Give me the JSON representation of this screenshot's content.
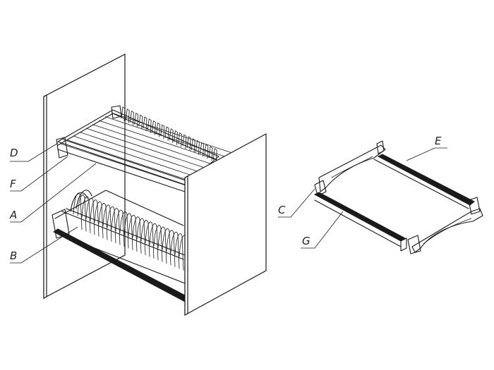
{
  "callouts": {
    "D": "D",
    "F": "F",
    "A": "A",
    "B": "B",
    "C": "C",
    "E": "E",
    "G": "G"
  }
}
